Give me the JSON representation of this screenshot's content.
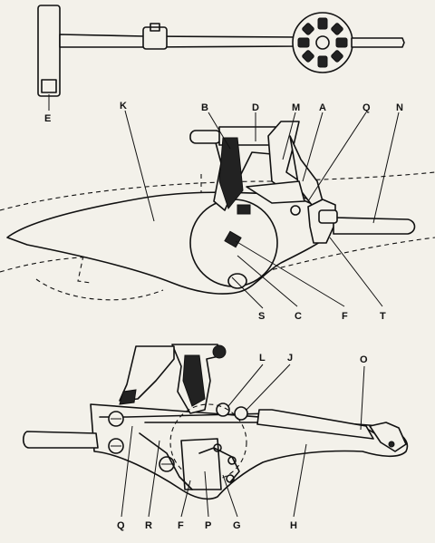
{
  "labels": {
    "top": {
      "E": "E"
    },
    "middle": {
      "K": "K",
      "B": "B",
      "D": "D",
      "M": "M",
      "A": "A",
      "Q": "Q",
      "N": "N",
      "S": "S",
      "C": "C",
      "F": "F",
      "T": "T"
    },
    "bottom": {
      "L": "L",
      "J": "J",
      "O": "O",
      "Q": "Q",
      "R": "R",
      "F": "F",
      "P": "P",
      "G": "G",
      "H": "H"
    }
  }
}
